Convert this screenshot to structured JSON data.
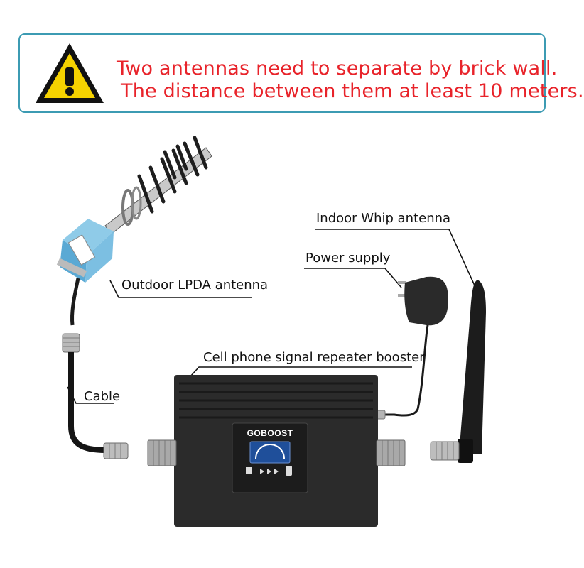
{
  "warning": {
    "line1": "Two antennas need to separate by brick wall.",
    "line2": "The distance between them at least 10 meters."
  },
  "labels": {
    "indoor_antenna": "Indoor Whip antenna",
    "power_supply": "Power supply",
    "outdoor_antenna": "Outdoor LPDA antenna",
    "repeater": "Cell phone signal repeater booster",
    "cable": "Cable"
  },
  "device": {
    "brand": "GOBOOST"
  },
  "colors": {
    "warning_text": "#e8232a",
    "box_border": "#3c9bb3",
    "warning_yellow": "#f5d200",
    "device_body": "#2b2b2b",
    "antenna_body": "#6fb8dc"
  }
}
